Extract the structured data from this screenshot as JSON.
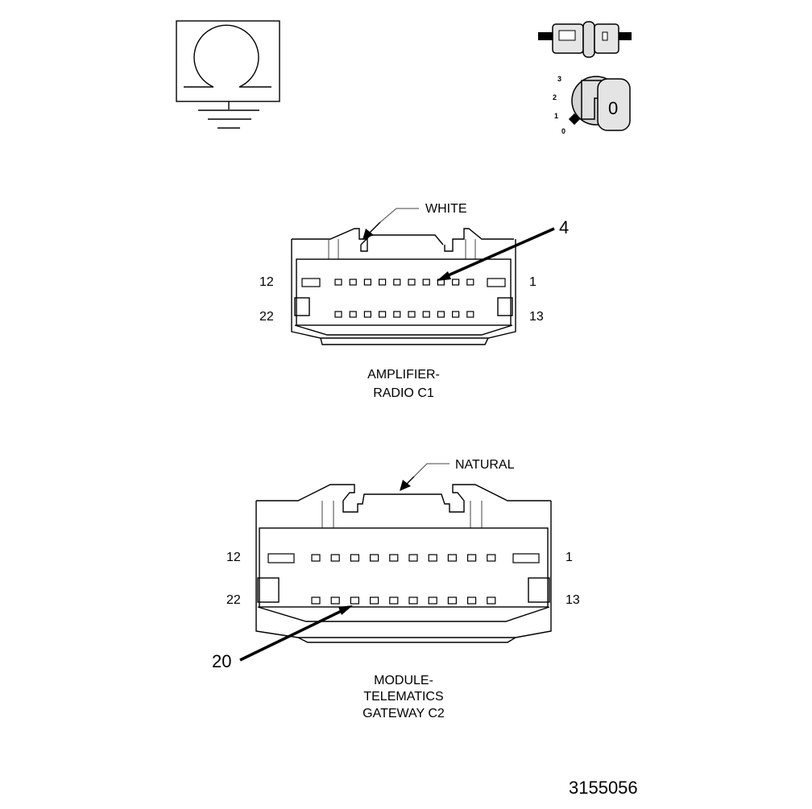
{
  "ground_icon": {
    "name": "ground-symbol-icon"
  },
  "key_icons": {
    "connector_icon": "inline-connector-icon",
    "ignition_icon": "ignition-key-icon",
    "positions": [
      "3",
      "2",
      "1",
      "0"
    ],
    "key_label": "0"
  },
  "connectors": [
    {
      "id": "c1",
      "color_label": "WHITE",
      "callout_pin": "4",
      "pin_labels": {
        "top_left": "12",
        "top_right": "1",
        "bottom_left": "22",
        "bottom_right": "13"
      },
      "name_lines": [
        "AMPLIFIER-",
        "RADIO C1"
      ]
    },
    {
      "id": "c2",
      "color_label": "NATURAL",
      "callout_pin": "20",
      "pin_labels": {
        "top_left": "12",
        "top_right": "1",
        "bottom_left": "22",
        "bottom_right": "13"
      },
      "name_lines": [
        "MODULE-",
        "TELEMATICS",
        "GATEWAY C2"
      ]
    }
  ],
  "figure_number": "3155056"
}
